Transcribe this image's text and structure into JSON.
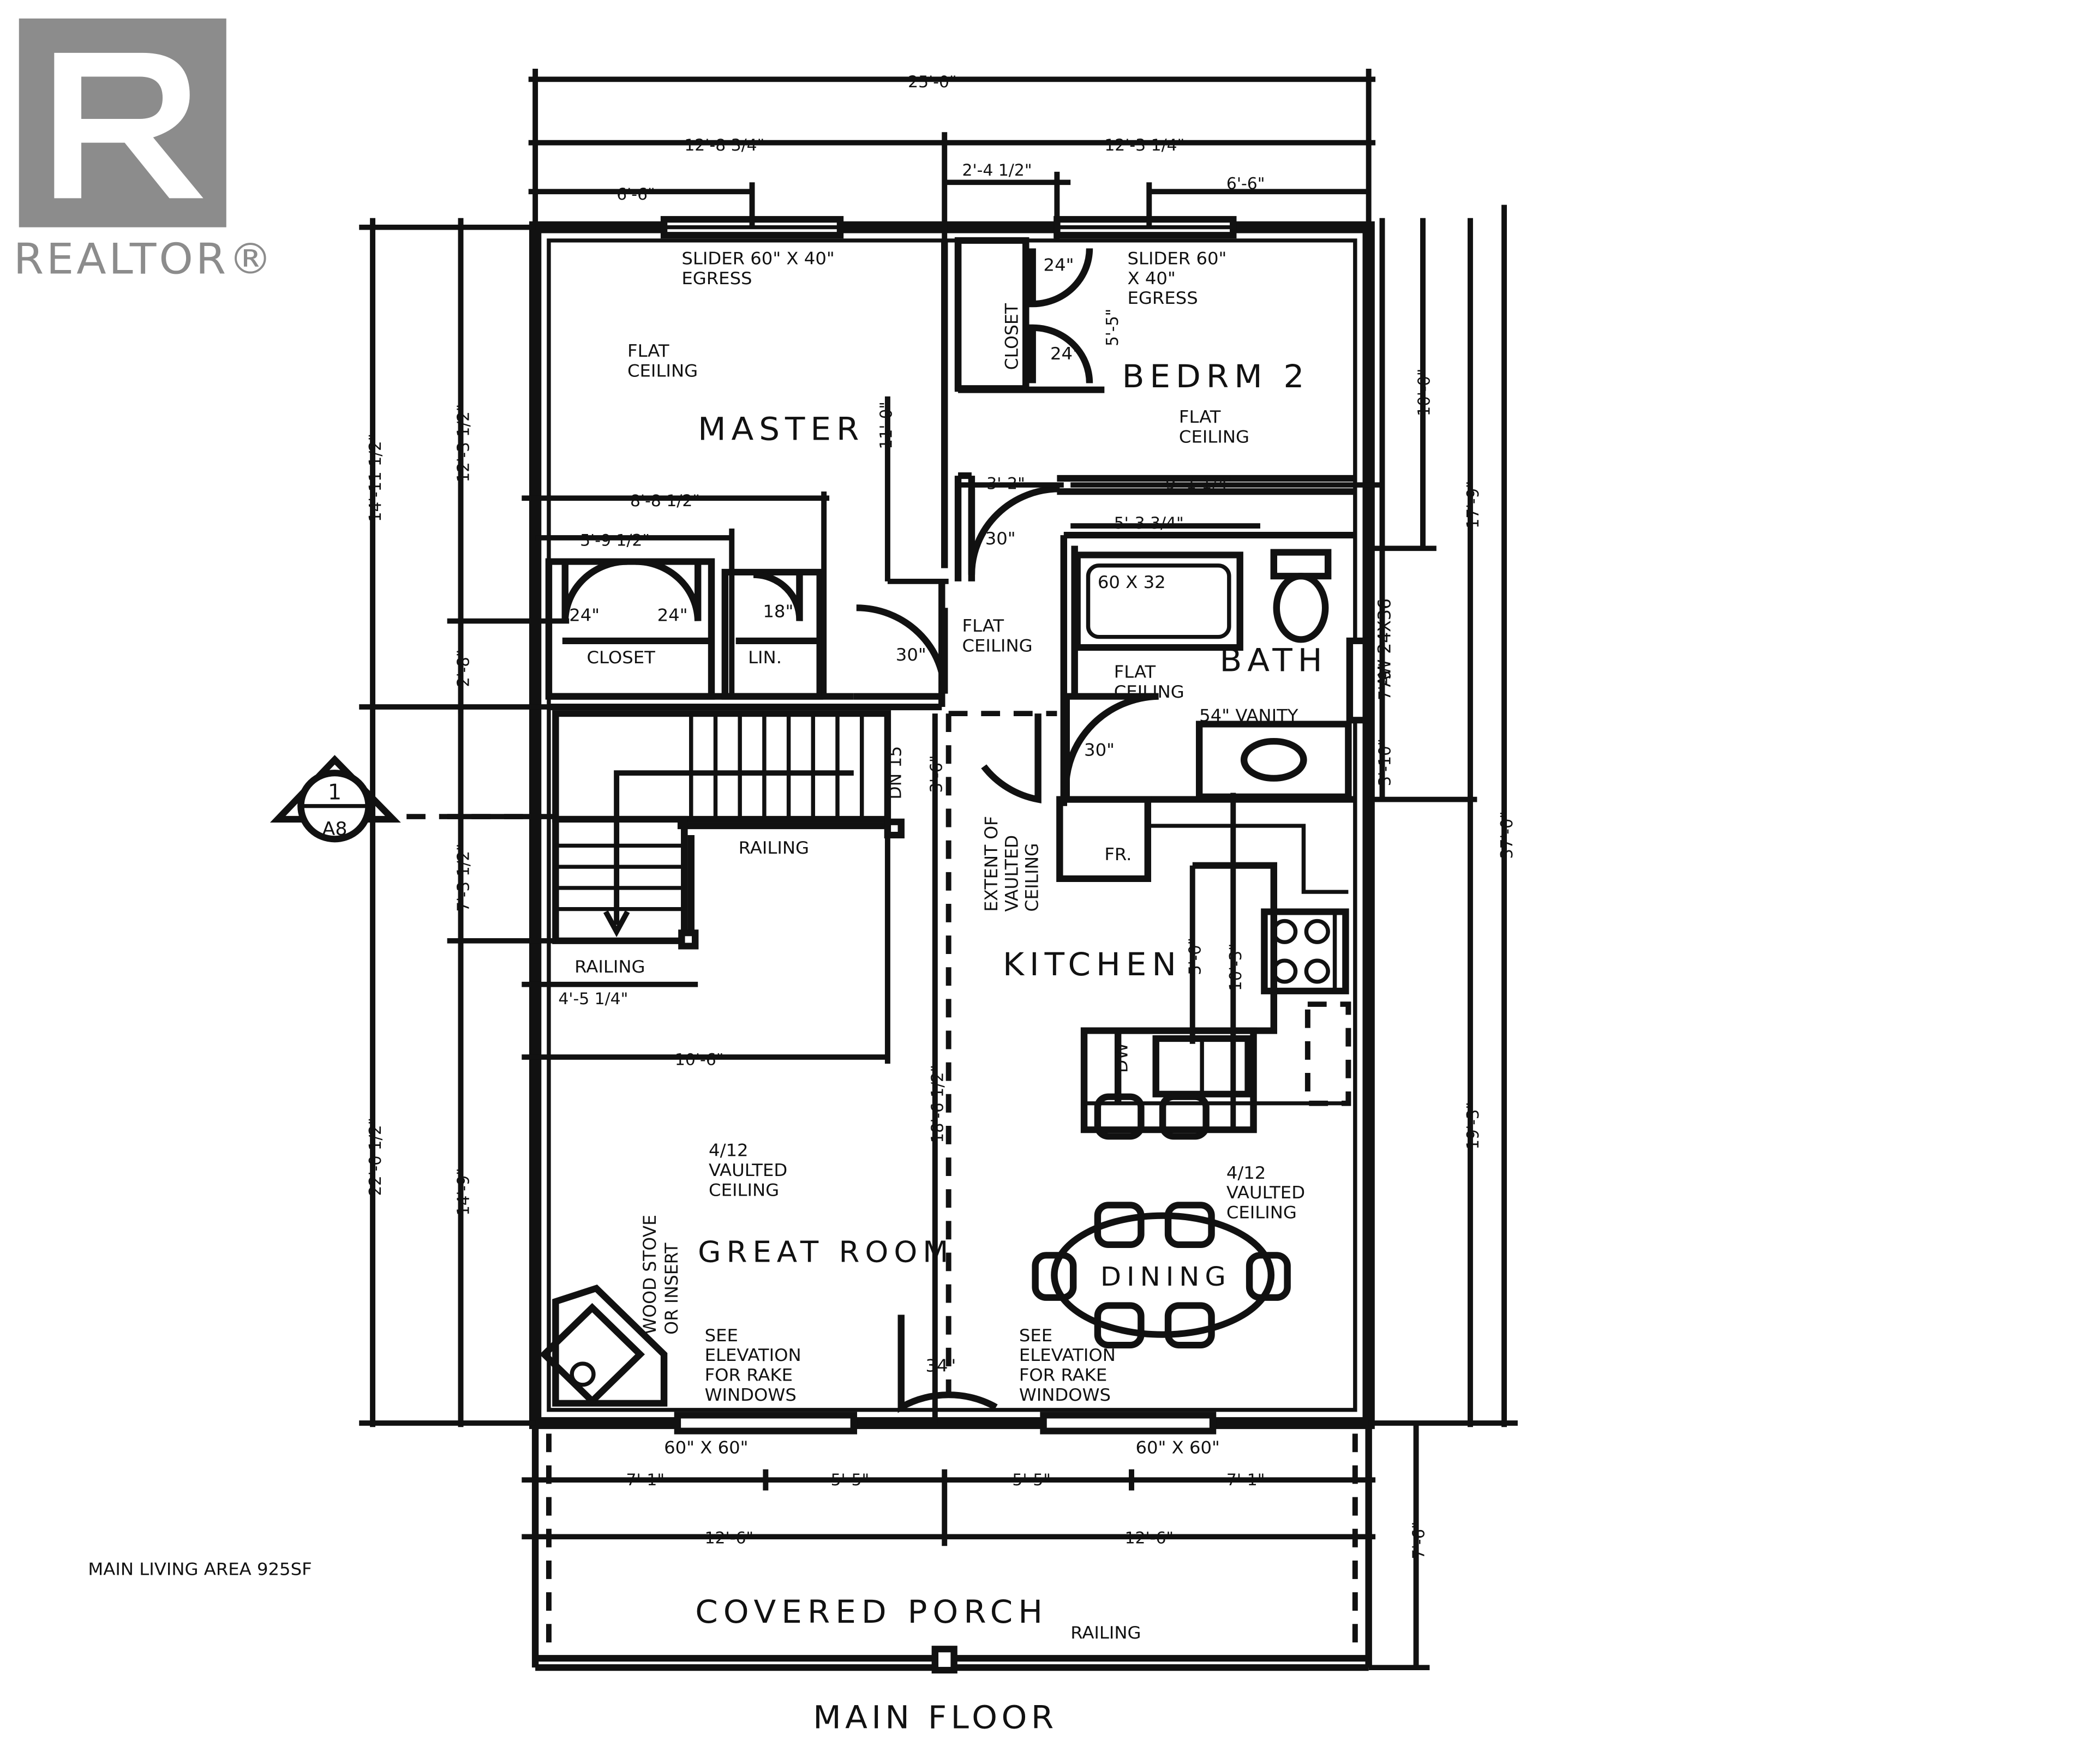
{
  "logo": {
    "text": "REALTOR®",
    "color": "#8c8c8c"
  },
  "title": "MAIN FLOOR",
  "area_note": "MAIN LIVING AREA 925SF",
  "section_marker": {
    "number": "1",
    "sheet": "A8"
  },
  "rooms": {
    "master": "MASTER",
    "bedrm2": "BEDRM 2",
    "bath": "BATH",
    "kitchen": "KITCHEN",
    "great_room": "GREAT ROOM",
    "dining": "DINING",
    "covered_porch": "COVERED PORCH"
  },
  "labels": {
    "slider_left_1": "SLIDER 60\" X 40\"",
    "slider_left_2": "EGRESS",
    "slider_right_1": "SLIDER 60\"",
    "slider_right_2": "X 40\"",
    "slider_right_3": "EGRESS",
    "flat_ceiling_1": "FLAT",
    "flat_ceiling_2": "CEILING",
    "closet": "CLOSET",
    "lin": "LIN.",
    "closet_vertical": "CLOSET",
    "dn": "DN 15",
    "railing": "RAILING",
    "fr": "FR.",
    "dw": "DW",
    "tub": "60 X 32",
    "vanity": "54\" VANITY",
    "aw": "AW 24X36",
    "vaulted_1": "4/12",
    "vaulted_2": "VAULTED",
    "vaulted_3": "CEILING",
    "extent_1": "EXTENT OF",
    "extent_2": "VAULTED",
    "extent_3": "CEILING",
    "wood_1": "WOOD STOVE",
    "wood_2": "OR INSERT",
    "see_1": "SEE",
    "see_2": "ELEVATION",
    "see_3": "FOR RAKE",
    "see_4": "WINDOWS",
    "window_60": "60\" X 60\"",
    "door_24": "24\"",
    "door_18": "18\"",
    "door_30": "30\"",
    "door_34": "34\""
  },
  "dimensions": {
    "overall_width": "25'-0\"",
    "left_half": "12'-8 3/4\"",
    "right_half": "12'-3 1/4\"",
    "hall_width": "2'-4 1/2\"",
    "slider_left_off": "6'-6\"",
    "slider_right_off": "6'-6\"",
    "closet_depth": "5'-5\"",
    "master_depth": "11'-0\"",
    "bed2_depth": "10'-0\"",
    "hall_3_2": "3'-2\"",
    "bath_width": "9'-1 1/4\"",
    "tub_width": "5'-3 3/4\"",
    "master_closet_w": "8'-8 1/2\"",
    "closet_w": "5'-9 1/2\"",
    "left_top": "14'-11 1/2\"",
    "left_12_3": "12'-3 1/2\"",
    "left_2_8": "2'-8\"",
    "overall_depth": "37'-0\"",
    "right_17_9": "17'-9\"",
    "bath_7_9": "7'-9\"",
    "vanity_3_10": "3'-10\"",
    "right_19_3": "19'-3\"",
    "stair_3_6": "3'-6\"",
    "stair_7_3": "7'-3 1/2\"",
    "stair_4_5": "4'-5 1/4\"",
    "great_10_6": "10'-6\"",
    "left_22_0": "22'-0 1/2\"",
    "left_14_9": "14'-9\"",
    "vault_18_6": "18'-6 1/2\"",
    "kitchen_5_0": "5'-0\"",
    "kitchen_10_3": "10'-3\"",
    "porch_7_1_l": "7'-1\"",
    "porch_5_5_l": "5'-5\"",
    "porch_5_5_r": "5'-5\"",
    "porch_7_1_r": "7'-1\"",
    "porch_12_6_l": "12'-6\"",
    "porch_12_6_r": "12'-6\"",
    "porch_depth": "7'-6\""
  }
}
